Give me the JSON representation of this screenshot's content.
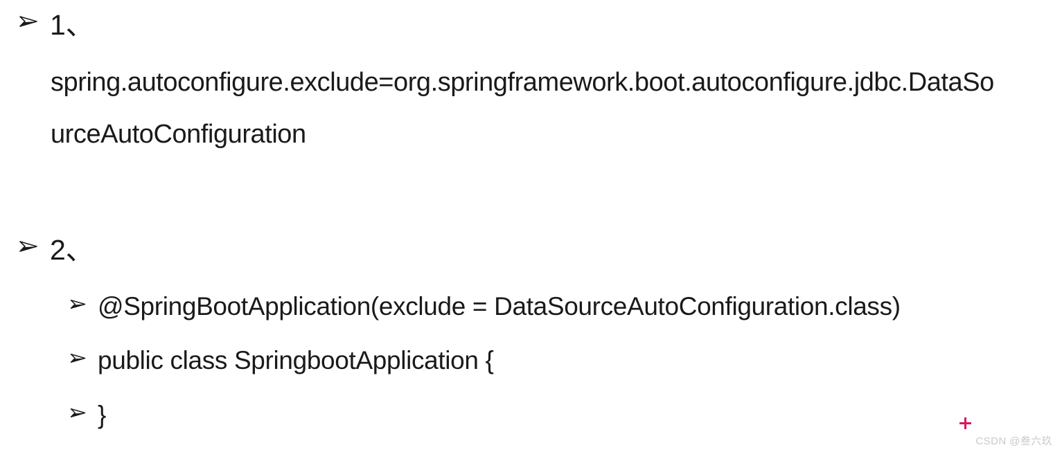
{
  "slide": {
    "background_color": "#fefffe",
    "text_color": "#1a1a1a",
    "bullet_icon": "arrowhead-bullet-icon",
    "items": [
      {
        "level": 1,
        "marker": "1、",
        "text": "1、"
      },
      {
        "level": 1,
        "continuation": true,
        "text": "spring.autoconfigure.exclude=org.springframework.boot.autoconfigure.jdbc.DataSo"
      },
      {
        "level": 1,
        "continuation": true,
        "text": "urceAutoConfiguration"
      },
      {
        "level": 1,
        "marker": "2、",
        "text": "2、"
      },
      {
        "level": 2,
        "text": "@SpringBootApplication(exclude = DataSourceAutoConfiguration.class)"
      },
      {
        "level": 2,
        "text": "public class SpringbootApplication {"
      },
      {
        "level": 2,
        "text": "}"
      }
    ]
  },
  "watermark": {
    "plus_icon": "plus-icon",
    "plus_color": "#d6165e",
    "text": "CSDN @叁六玖",
    "text_color": "#c9c9c9"
  }
}
